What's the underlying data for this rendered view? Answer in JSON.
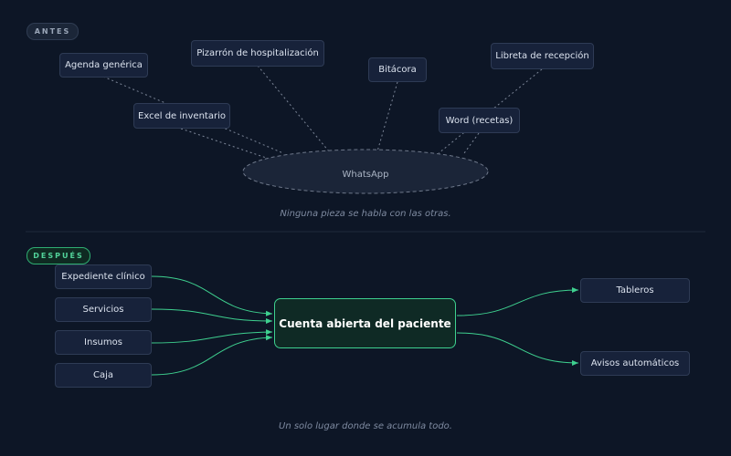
{
  "antes": {
    "pill": "ANTES",
    "tools": [
      {
        "label": "Agenda genérica"
      },
      {
        "label": "Pizarrón de hospitalización"
      },
      {
        "label": "Bitácora"
      },
      {
        "label": "Libreta de recepción"
      },
      {
        "label": "Excel de inventario"
      },
      {
        "label": "Word (recetas)"
      }
    ],
    "center": "WhatsApp",
    "caption": "Ninguna pieza se habla con las otras."
  },
  "despues": {
    "pill": "DESPUÉS",
    "inputs": [
      {
        "label": "Expediente clínico"
      },
      {
        "label": "Servicios"
      },
      {
        "label": "Insumos"
      },
      {
        "label": "Caja"
      }
    ],
    "hub": "Cuenta abierta del paciente",
    "outputs": [
      {
        "label": "Tableros"
      },
      {
        "label": "Avisos automáticos"
      }
    ],
    "caption": "Un solo lugar donde se acumula todo."
  },
  "colors": {
    "background": "#0d1626",
    "accent": "#3ed08f",
    "box_fill": "#17223a",
    "box_border": "#2e3b55"
  }
}
